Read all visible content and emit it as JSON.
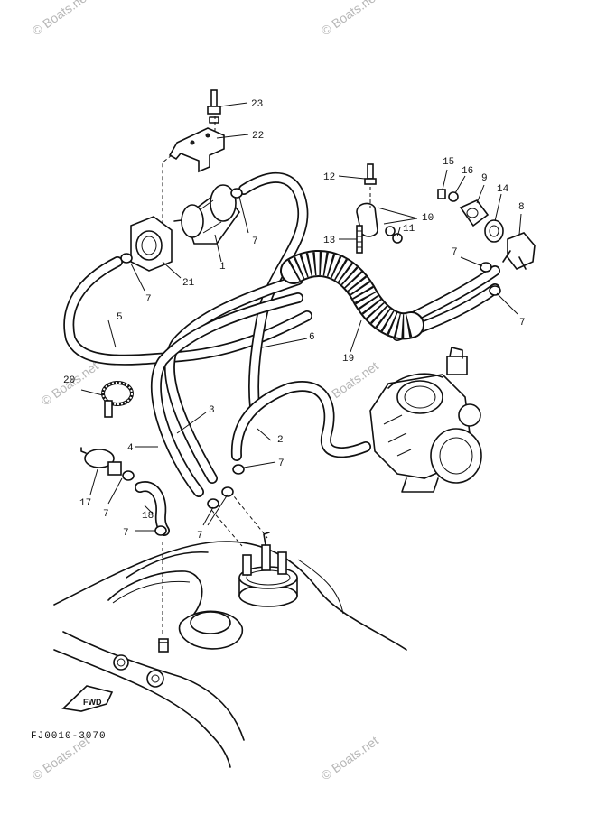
{
  "diagram": {
    "code": "FJ0010-3070",
    "fwd_label": "FWD",
    "watermark": "© Boats.net",
    "callouts": {
      "c1": "1",
      "c2": "2",
      "c3": "3",
      "c4": "4",
      "c5": "5",
      "c6": "6",
      "c7": "7",
      "c8": "8",
      "c9": "9",
      "c10": "10",
      "c11": "11",
      "c12": "12",
      "c13": "13",
      "c14": "14",
      "c15": "15",
      "c16": "16",
      "c17": "17",
      "c18": "18",
      "c19": "19",
      "c20": "20",
      "c21": "21",
      "c22": "22",
      "c23": "23"
    }
  }
}
